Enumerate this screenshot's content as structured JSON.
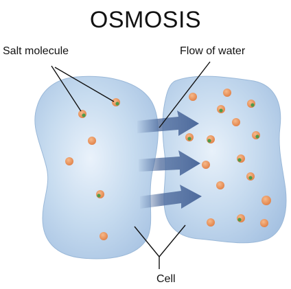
{
  "title": "OSMOSIS",
  "labels": {
    "salt_molecule": "Salt molecule",
    "flow_of_water": "Flow of water",
    "cell": "Cell"
  },
  "colors": {
    "cell_fill": "#b9d1ea",
    "cell_highlight": "#e6f0fa",
    "cell_edge": "#9ab8d8",
    "arrow": "#4d6a9c",
    "molecule": "#e8935a",
    "molecule_core": "#4e9a4a"
  }
}
